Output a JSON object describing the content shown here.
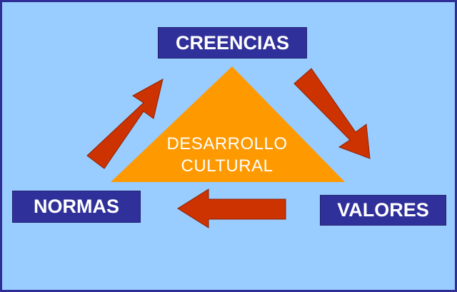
{
  "diagram": {
    "labels": {
      "top": "CREENCIAS",
      "left": "NORMAS",
      "right": "VALORES"
    },
    "center": {
      "line1": "DESARROLLO",
      "line2": "CULTURAL"
    },
    "colors": {
      "background": "#99ccff",
      "border": "#2e2e96",
      "label_box": "#30309a",
      "label_text": "#ffffff",
      "triangle": "#ff9900",
      "arrow": "#cc3300"
    },
    "flow": [
      "CREENCIAS",
      "VALORES",
      "NORMAS",
      "CREENCIAS"
    ]
  }
}
